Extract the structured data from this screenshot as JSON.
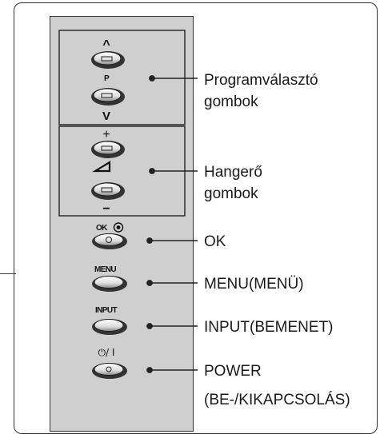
{
  "panel": {
    "up_arrow": "^",
    "p_label": "P",
    "down_arrow": "V",
    "plus": "+",
    "minus": "−",
    "ok": "OK",
    "menu": "MENU",
    "input": "INPUT",
    "power": "⏻/ I"
  },
  "callouts": {
    "program_line1": "Programválasztó",
    "program_line2": "gombok",
    "volume_line1": "Hangerő",
    "volume_line2": "gombok",
    "ok": "OK",
    "menu": "MENU(MENÜ)",
    "input": "INPUT(BEMENET)",
    "power_line1": "POWER",
    "power_line2": "(BE-/KIKAPCSOLÁS)"
  },
  "colors": {
    "panel": "#cfcfcf",
    "line": "#222222"
  }
}
